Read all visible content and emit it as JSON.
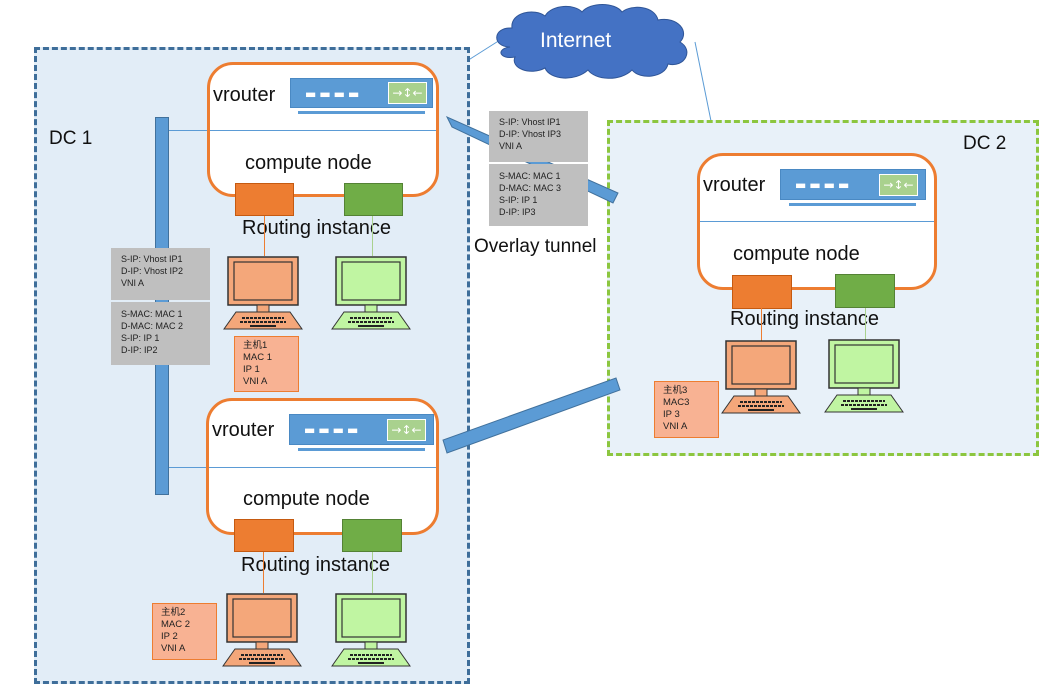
{
  "internet": {
    "label": "Internet",
    "icon": "cloud-icon",
    "color": "#4472c4"
  },
  "dc1": {
    "label": "DC 1",
    "border_color": "#3e6e9a",
    "nodes": [
      {
        "vrouter_label": "vrouter",
        "compute_label": "compute node",
        "routing_label": "Routing instance",
        "host_info": [
          "主机1",
          "MAC 1",
          "IP 1",
          "VNI A"
        ]
      },
      {
        "vrouter_label": "vrouter",
        "compute_label": "compute node",
        "routing_label": "Routing instance",
        "host_info": [
          "主机2",
          "MAC 2",
          "IP 2",
          "VNI A"
        ]
      }
    ],
    "packet": {
      "outer": [
        "S-IP: Vhost IP1",
        "D-IP: Vhost IP2",
        "VNI A"
      ],
      "inner": [
        "S-MAC: MAC 1",
        "D-MAC: MAC 2",
        "S-IP: IP 1",
        "D-IP: IP2"
      ]
    }
  },
  "dc2": {
    "label": "DC 2",
    "border_color": "#8cc63f",
    "node": {
      "vrouter_label": "vrouter",
      "compute_label": "compute node",
      "routing_label": "Routing instance",
      "host_info": [
        "主机3",
        "MAC3",
        "IP 3",
        "VNI A"
      ]
    }
  },
  "tunnel": {
    "label": "Overlay tunnel",
    "packet": {
      "outer": [
        "S-IP: Vhost IP1",
        "D-IP: Vhost IP3",
        "VNI A"
      ],
      "inner": [
        "S-MAC: MAC 1",
        "D-MAC: MAC 3",
        "S-IP: IP 1",
        "D-IP: IP3"
      ]
    }
  },
  "colors": {
    "node_border": "#ed7d31",
    "switch": "#5b9bd5",
    "vm_orange": "#f4a77a",
    "vm_green": "#c0f5a2",
    "packet_bg": "#bfbfbf",
    "host_bg": "#f8b293"
  },
  "ports_glyph": "▬▬▬▬",
  "router_glyph": "→↕←"
}
